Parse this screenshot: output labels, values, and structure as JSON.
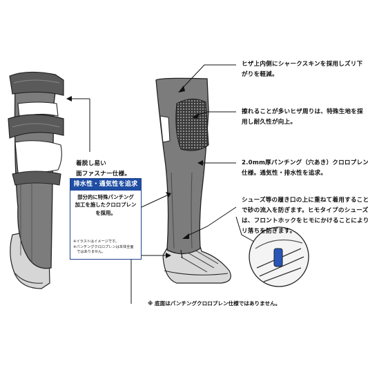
{
  "notes": {
    "top_right": [
      "ヒザ上内側にシャークスキンを採用しズリ下",
      "がりを軽減。"
    ],
    "knee": [
      "擦れることが多いヒザ周りは、特殊生地を採",
      "用し耐久性が向上。"
    ],
    "punching": [
      "2.0mm厚パンチング（穴あき）クロロプレン",
      "仕様。通気性・排水性を追求。"
    ],
    "shoe": [
      "シューズ等の履き口の上に重ねて着用すること",
      "で砂の流入を防ぎます。ヒモタイプのシューズに",
      "は、フロントホックをヒモにかけることによりズ",
      "リ落ちを防ぎます。"
    ],
    "fastener": [
      "着脱し易い",
      "面ファスナー仕様。"
    ]
  },
  "callout": {
    "heading": "排水性・通気性を追求",
    "text": [
      "部分的に特殊パンチング",
      "加工を施したクロロプレン",
      "を採用。"
    ],
    "footnote": [
      "※イラストはイメージです。",
      "※パンチングクロロプレンは本体全面",
      "　ではありません。"
    ]
  },
  "footnote": "※ 底面はパンチングクロロプレン仕様ではありません。",
  "colors": {
    "gaiter": "#7c7c7c",
    "gaiter_dark": "#4e4e4e",
    "callout_blue": "#1f4ea3",
    "hook_blue": "#2a55b8"
  }
}
